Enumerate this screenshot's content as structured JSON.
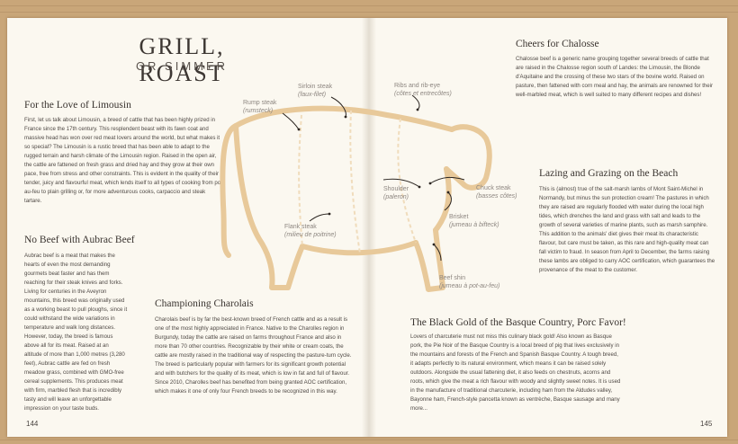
{
  "title": {
    "main": "GRILL, ROAST",
    "sub": "OR SIMMER"
  },
  "sections": {
    "limousin": {
      "heading": "For the Love of Limousin",
      "body": "First, let us talk about Limousin, a breed of cattle that has been highly prized in France since the 17th century. This resplendent beast with its fawn coat and massive head has won over red meat lovers around the world, but what makes it so special? The Limousin is a rustic breed that has been able to adapt to the rugged terrain and harsh climate of the Limousin region. Raised in the open air, the cattle are fattened on fresh grass and dried hay and they grow at their own pace, free from stress and other constraints. This is evident in the quality of their tender, juicy and flavourful meat, which lends itself to all types of cooking from pot-au-feu to plain grilling or, for more adventurous cooks, carpaccio and steak tartare."
    },
    "aubrac": {
      "heading": "No Beef with Aubrac Beef",
      "body": "Aubrac beef is a meat that makes the hearts of even the most demanding gourmets beat faster and has them reaching for their steak knives and forks. Living for centuries in the Aveyron mountains, this breed was originally used as a working beast to pull ploughs, since it could withstand the wide variations in temperature and walk long distances. However, today, the breed is famous above all for its meat. Raised at an altitude of more than 1,000 metres (3,280 feet), Aubrac cattle are fed on fresh meadow grass, combined with GMO-free cereal supplements. This produces meat with firm, marbled flesh that is incredibly tasty and will leave an unforgettable impression on your taste buds."
    },
    "charolais": {
      "heading": "Championing Charolais",
      "body": "Charolais beef is by far the best-known breed of French cattle and as a result is one of the most highly appreciated in France. Native to the Charolles region in Burgundy, today the cattle are raised on farms throughout France and also in more than 70 other countries. Recognizable by their white or cream coats, the cattle are mostly raised in the traditional way of respecting the pasture-turn cycle. The breed is particularly popular with farmers for its significant growth potential and with butchers for the quality of its meat, which is low in fat and full of flavour. Since 2010, Charolles beef has benefited from being granted AOC certification, which makes it one of only four French breeds to be recognized in this way."
    },
    "chalosse": {
      "heading": "Cheers for Chalosse",
      "body": "Chalosse beef is a generic name grouping together several breeds of cattle that are raised in the Chalosse region south of Landes: the Limousin, the Blonde d'Aquitaine and the crossing of these two stars of the bovine world. Raised on pasture, then fattened with corn meal and hay, the animals are renowned for their well-marbled meat, which is well suited to many different recipes and dishes!"
    },
    "beach": {
      "heading": "Lazing and Grazing on the Beach",
      "body": "This is (almost) true of the salt-marsh lambs of Mont Saint-Michel in Normandy, but minus the sun protection cream! The pastures in which they are raised are regularly flooded with water during the local high tides, which drenches the land and grass with salt and leads to the growth of several varieties of marine plants, such as marsh samphire. This addition to the animals' diet gives their meat its characteristic flavour, but care must be taken, as this rare and high-quality meat can fall victim to fraud. In season from April to December, the farms raising these lambs are obliged to carry AOC certification, which guarantees the provenance of the meat to the customer."
    },
    "basque": {
      "heading": "The Black Gold of the Basque Country, Porc Favor!",
      "body": "Lovers of charcuterie must not miss this culinary black gold! Also known as Basque pork, the Pie Noir of the Basque Country is a local breed of pig that lives exclusively in the mountains and forests of the French and Spanish Basque Country. A tough breed, it adapts perfectly to its natural environment, which means it can be raised solely outdoors. Alongside the usual fattening diet, it also feeds on chestnuts, acorns and roots, which give the meat a rich flavour with woody and slightly sweet notes. It is used in the manufacture of traditional charcuterie, including ham from the Aldudes valley, Bayonne ham, French-style pancetta known as ventrèche, Basque sausage and many more..."
    }
  },
  "cuts": {
    "rump": {
      "en": "Rump steak",
      "fr": "(rumsteck)"
    },
    "sirloin": {
      "en": "Sirloin steak",
      "fr": "(faux-filet)"
    },
    "ribs": {
      "en": "Ribs and rib-eye",
      "fr": "(côtes et entrecôtes)"
    },
    "chuck": {
      "en": "Chuck steak",
      "fr": "(basses côtes)"
    },
    "shoulder": {
      "en": "Shoulder",
      "fr": "(paleron)"
    },
    "brisket": {
      "en": "Brisket",
      "fr": "(jumeau à bifteck)"
    },
    "flank": {
      "en": "Flank steak",
      "fr": "(milieu de poitrine)"
    },
    "shin": {
      "en": "Beef shin",
      "fr": "(jumeau à pot-au-feu)"
    }
  },
  "page_numbers": {
    "left": "144",
    "right": "145"
  },
  "colors": {
    "cow_outline": "#e8c99a",
    "arrow": "#2a2420",
    "background": "#c9a679",
    "page": "#fbf8f0"
  }
}
